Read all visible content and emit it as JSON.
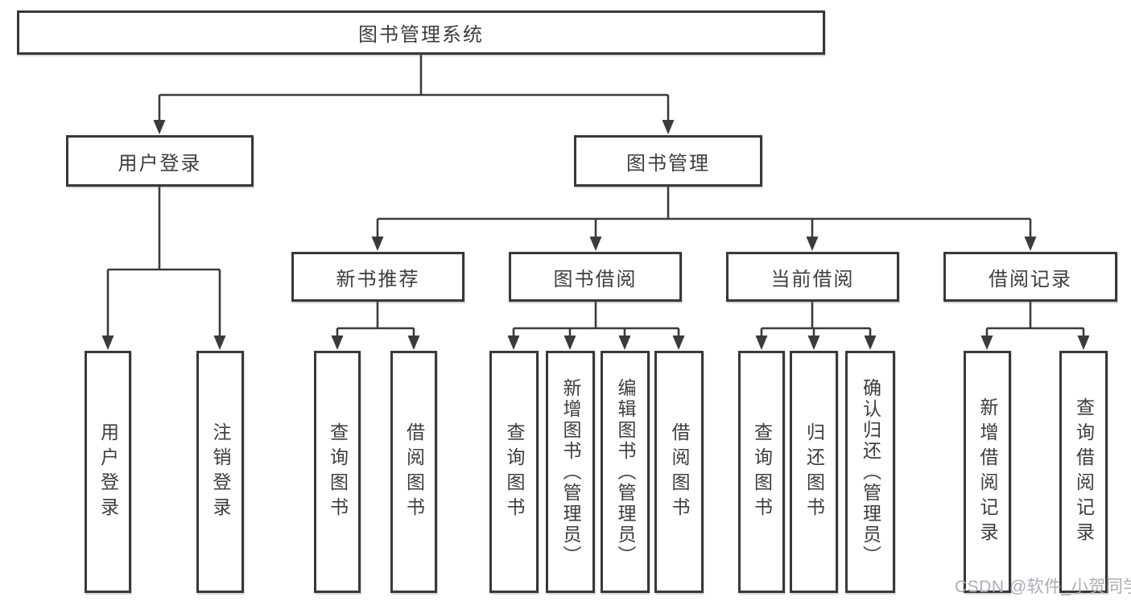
{
  "tree": {
    "root": {
      "label": "图书管理系统"
    },
    "level2": [
      {
        "label": "用户登录"
      },
      {
        "label": "图书管理"
      }
    ],
    "level3": [
      {
        "label": "新书推荐"
      },
      {
        "label": "图书借阅"
      },
      {
        "label": "当前借阅"
      },
      {
        "label": "借阅记录"
      }
    ],
    "leaves": {
      "user_login": [
        {
          "label": "用户登录"
        },
        {
          "label": "注销登录"
        }
      ],
      "new_book_rec": [
        {
          "label": "查询图书"
        },
        {
          "label": "借阅图书"
        }
      ],
      "book_borrow": [
        {
          "label": "查询图书"
        },
        {
          "label": "新增图书（管理员）"
        },
        {
          "label": "编辑图书（管理员）"
        },
        {
          "label": "借阅图书"
        }
      ],
      "current_borrow": [
        {
          "label": "查询图书"
        },
        {
          "label": "归还图书"
        },
        {
          "label": "确认归还（管理员）"
        }
      ],
      "borrow_records": [
        {
          "label": "新增借阅记录"
        },
        {
          "label": "查询借阅记录"
        }
      ]
    }
  },
  "watermark": {
    "text": "CSDN @软件_小贺同学"
  },
  "colors": {
    "line": "#3b3b3b",
    "border": "#383838",
    "text": "#3d3d3d",
    "watermark": "#a9adb3",
    "background": "#ffffff"
  }
}
